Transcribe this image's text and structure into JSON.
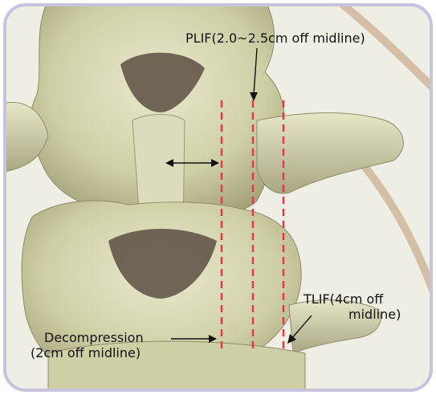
{
  "labels": {
    "plif": "PLIF(2.0~2.5cm off midline)",
    "tlif_line1": "TLIF(4cm off",
    "tlif_line2": "midline)",
    "decompression_line1": "Decompression",
    "decompression_line2": "(2cm off midline)"
  },
  "colors": {
    "bone": "#d6d6b0",
    "bone_shadow": "#8d8c67",
    "disc": "#7a6a5c",
    "nerve": "#d4bfa6",
    "guide_line": "#e23a4a",
    "frame": "#c7c2e0"
  },
  "icons": {
    "double_arrow": "left-right-arrow-icon",
    "pointer_arrows": "arrow-icon"
  }
}
